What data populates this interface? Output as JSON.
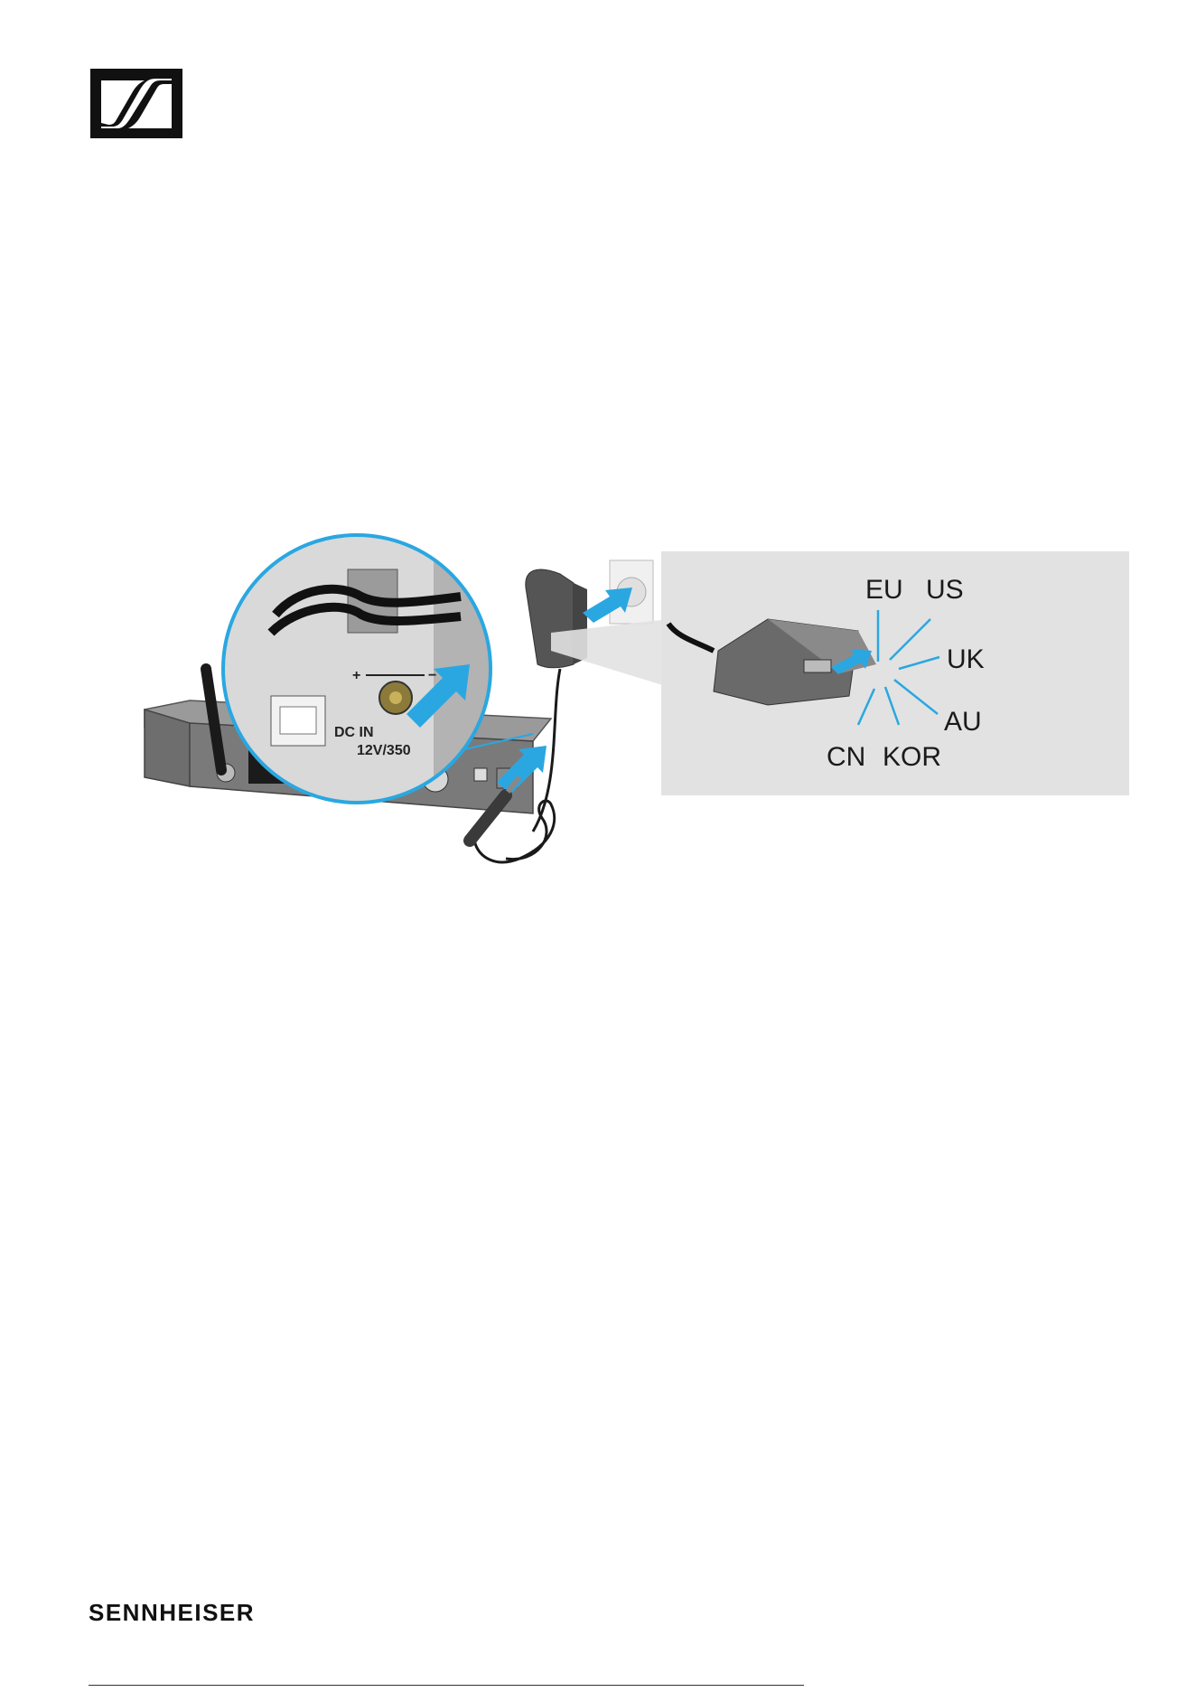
{
  "header": {
    "logo_icon": "sennheiser-s-mark-icon"
  },
  "illustration": {
    "icon": "power-supply-connection-illustration",
    "zoom_label": "DC IN",
    "zoom_rating": "12V/350",
    "polarity_plus": "+",
    "polarity_minus": "−",
    "plug_types": [
      "EU",
      "US",
      "UK",
      "AU",
      "KOR",
      "CN"
    ],
    "accent_color": "#2aa7e1"
  },
  "footer": {
    "brand": "SENNHEISER"
  }
}
